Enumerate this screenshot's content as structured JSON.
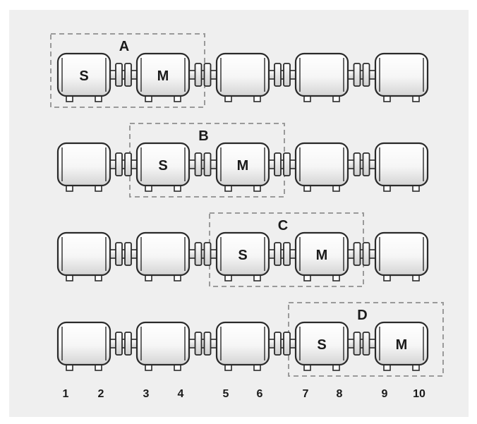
{
  "rows": [
    {
      "motors": [
        "S",
        "M",
        "",
        "",
        ""
      ],
      "coupling_label": "A",
      "highlight": [
        0,
        1
      ]
    },
    {
      "motors": [
        "",
        "S",
        "M",
        "",
        ""
      ],
      "coupling_label": "B",
      "highlight": [
        1,
        2
      ]
    },
    {
      "motors": [
        "",
        "",
        "S",
        "M",
        ""
      ],
      "coupling_label": "C",
      "highlight": [
        2,
        3
      ]
    },
    {
      "motors": [
        "",
        "",
        "",
        "S",
        "M"
      ],
      "coupling_label": "D",
      "highlight": [
        3,
        4
      ]
    }
  ],
  "bearing_numbers": [
    "1",
    "2",
    "3",
    "4",
    "5",
    "6",
    "7",
    "8",
    "9",
    "10"
  ],
  "colors": {
    "background": "#efefef",
    "outline": "#2a2a2a",
    "dash": "#9a9a9a",
    "body_light": "#ffffff",
    "body_dark": "#d8d8d8"
  }
}
